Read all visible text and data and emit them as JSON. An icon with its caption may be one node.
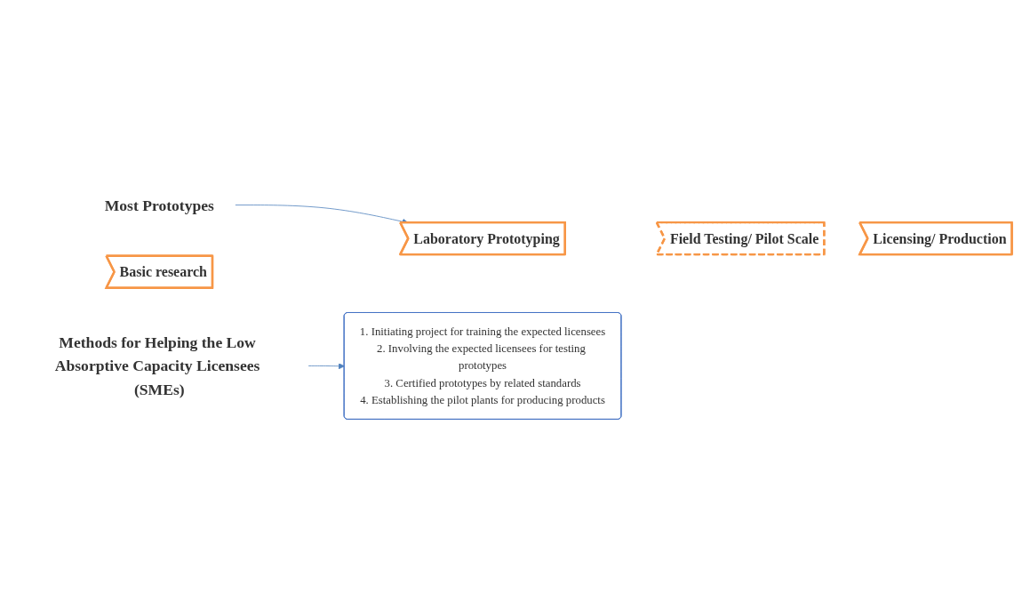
{
  "diagram": {
    "nodes": [
      {
        "text": [
          "Most Prototypes"
        ]
      },
      {
        "text": [
          "Basic research"
        ]
      },
      {
        "text": [
          "Laboratory Prototyping"
        ]
      },
      {
        "text": [
          "Field Testing/ Pilot Scale"
        ]
      },
      {
        "text": [
          "Licensing/ Production"
        ]
      },
      {
        "text": [
          "1. Initiating project for training the expected licensees",
          "2. Involving the expected licensees for testing prototypes",
          "3. Certified prototypes by related standards",
          "4. Establishing the pilot plants for producing products"
        ]
      },
      {
        "text": [
          "Methods for Helping the Low Absorptive Capacity Licensees (SMEs)"
        ]
      }
    ],
    "edges": [
      {
        "from": 0,
        "to": 2,
        "arrow": "to"
      },
      {
        "from": 6,
        "to": 5,
        "arrow": "to"
      }
    ]
  }
}
